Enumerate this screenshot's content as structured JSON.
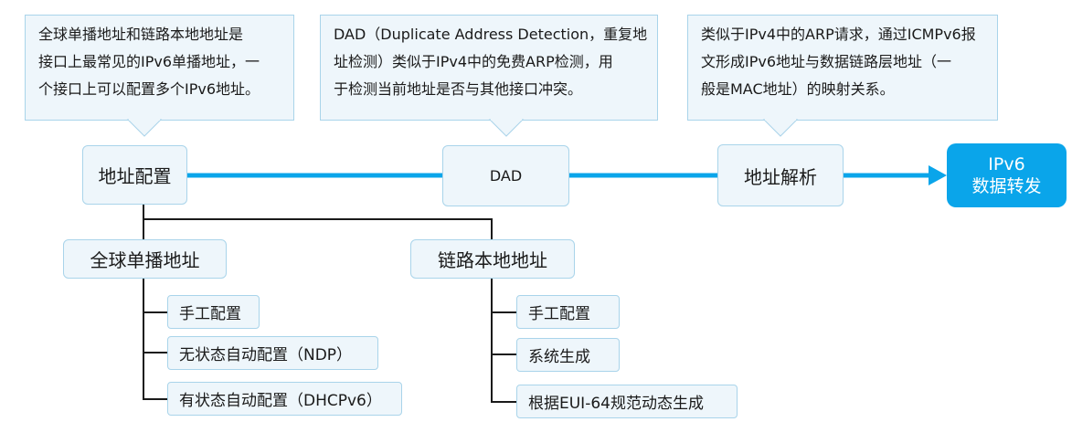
{
  "callouts": {
    "address_config_note": [
      "全球单播地址和链路本地地址是",
      "接口上最常见的IPv6单播地址，一",
      "个接口上可以配置多个IPv6地址。"
    ],
    "dad_note": [
      "DAD（Duplicate Address Detection，重复地",
      "址检测）类似于IPv4中的免费ARP检测，用",
      "于检测当前地址是否与其他接口冲突。"
    ],
    "resolution_note": [
      "类似于IPv4中的ARP请求，通过ICMPv6报",
      "文形成IPv6地址与数据链路层地址（一",
      "般是MAC地址）的映射关系。"
    ]
  },
  "flow": {
    "address_config": "地址配置",
    "dad": "DAD",
    "address_resolution": "地址解析",
    "forwarding": [
      "IPv6",
      "数据转发"
    ]
  },
  "global_unicast": {
    "title": "全球单播地址",
    "items": [
      "手工配置",
      "无状态自动配置（NDP）",
      "有状态自动配置（DHCPv6）"
    ]
  },
  "link_local": {
    "title": "链路本地地址",
    "items": [
      "手工配置",
      "系统生成",
      "根据EUI-64规范动态生成"
    ]
  },
  "colors": {
    "flow_arrow": "#0aa5ea",
    "box_fill": "#eef6fb",
    "box_border": "#a9d4ea",
    "final_fill": "#0aa5ea",
    "tree_line": "#1a1a1a"
  }
}
